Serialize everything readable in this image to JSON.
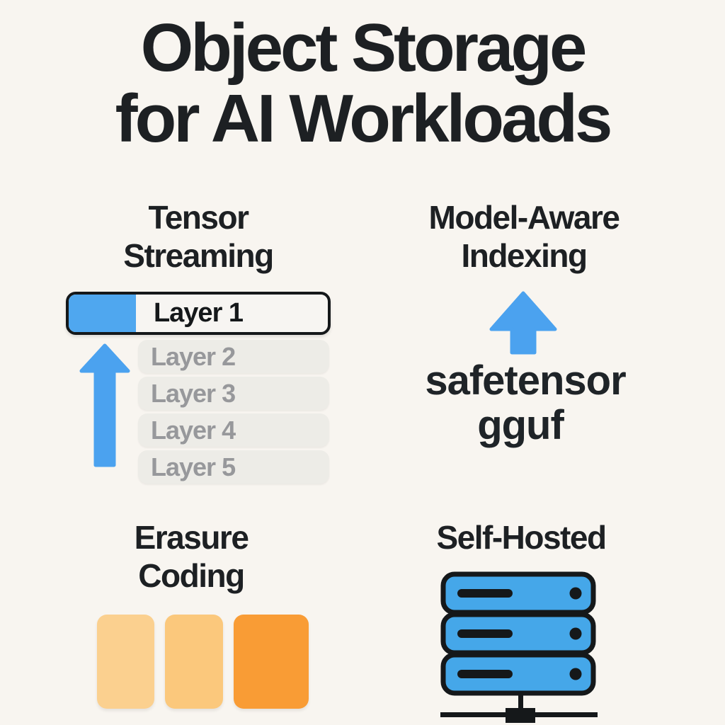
{
  "title": {
    "line1": "Object Storage",
    "line2": "for AI Workloads"
  },
  "colors": {
    "background": "#F8F5F0",
    "ink": "#1D2023",
    "outline": "#15181A",
    "accent_blue": "#4BA2EF",
    "progress_blue": "#4FA7EF",
    "server_blue": "#45A7E9",
    "muted_text": "#97989B",
    "muted_box": "#EDECE7"
  },
  "tensor_streaming": {
    "heading_lines": [
      "Tensor",
      "Streaming"
    ],
    "progress_layer": {
      "label": "Layer 1",
      "progress_percent": 26
    },
    "pending_layers": [
      "Layer 2",
      "Layer 3",
      "Layer 4",
      "Layer 5"
    ],
    "arrow_icon": "arrow-up"
  },
  "model_aware_indexing": {
    "heading_lines": [
      "Model-Aware",
      "Indexing"
    ],
    "arrow_icon": "arrow-up",
    "formats": [
      "safetensor",
      "gguf"
    ]
  },
  "erasure_coding": {
    "heading_lines": [
      "Erasure",
      "Coding"
    ],
    "shards": [
      {
        "name": "shard-1",
        "color": "#FBD08F"
      },
      {
        "name": "shard-2",
        "color": "#FBC87C"
      },
      {
        "name": "shard-3",
        "color": "#F99C35"
      }
    ]
  },
  "self_hosted": {
    "heading": "Self-Hosted",
    "server_unit_count": 3
  }
}
